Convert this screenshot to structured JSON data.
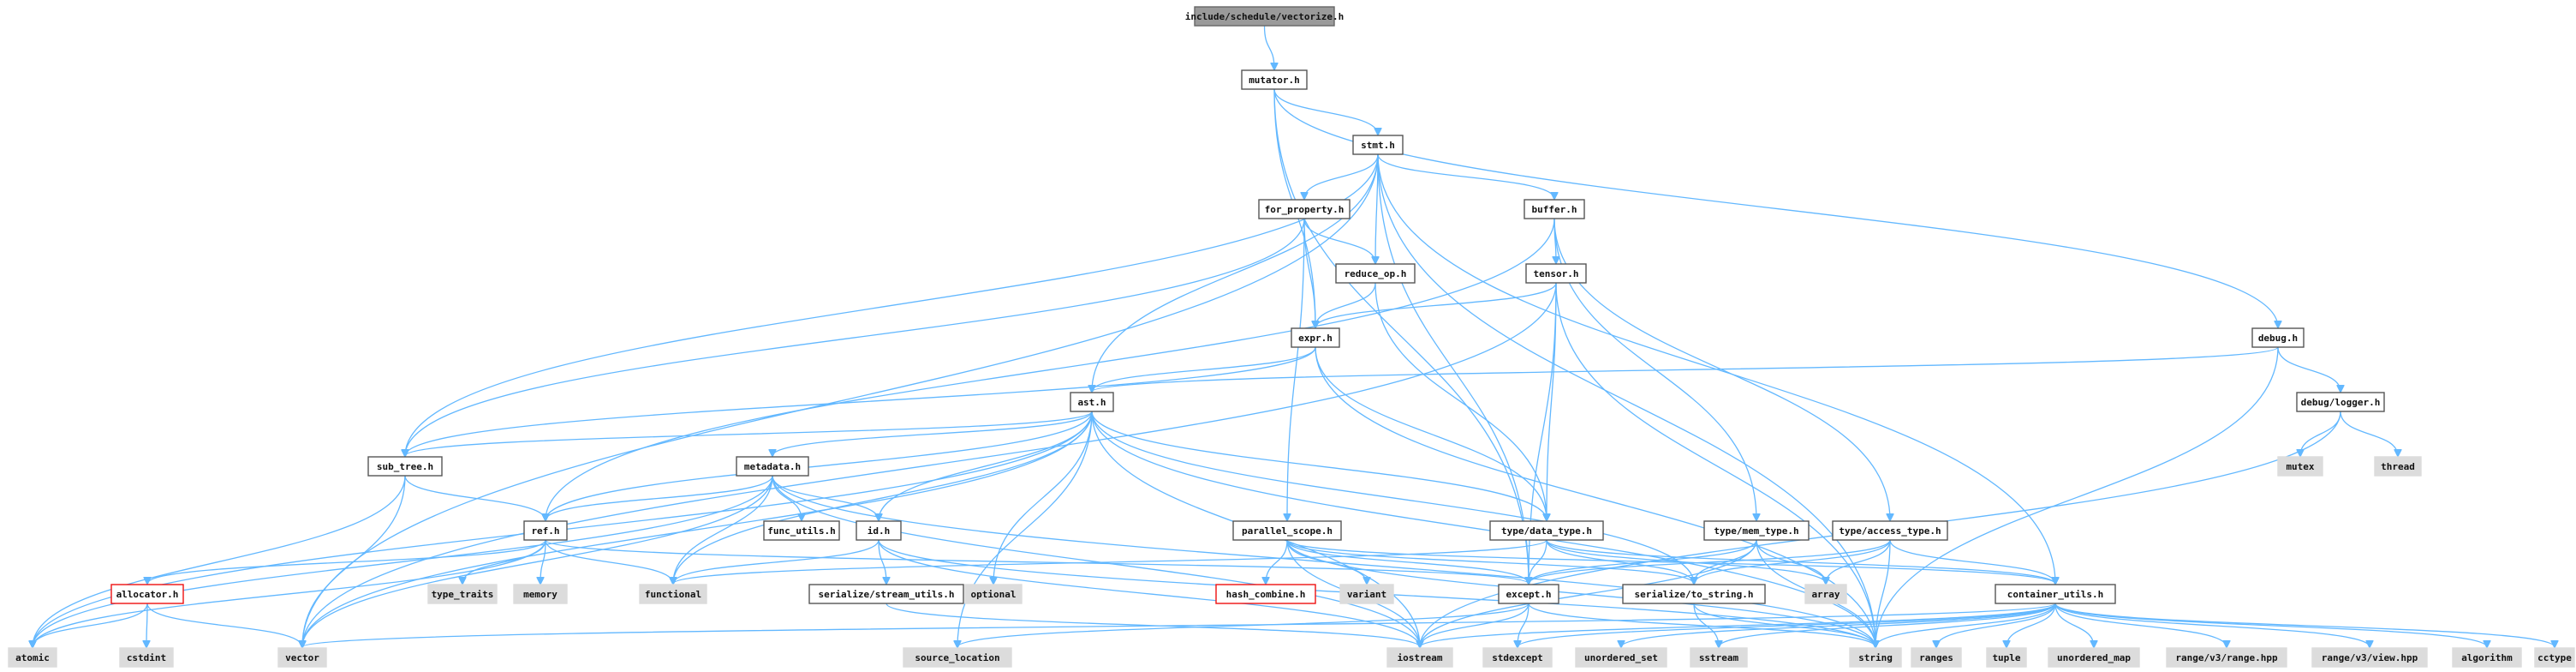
{
  "nodes": {
    "vectorize": {
      "label": "include/schedule/vectorize.h",
      "kind": "root"
    },
    "mutator": {
      "label": "mutator.h",
      "kind": "file"
    },
    "stmt": {
      "label": "stmt.h",
      "kind": "file"
    },
    "for_property": {
      "label": "for_property.h",
      "kind": "file"
    },
    "buffer": {
      "label": "buffer.h",
      "kind": "file"
    },
    "reduce_op": {
      "label": "reduce_op.h",
      "kind": "file"
    },
    "tensor": {
      "label": "tensor.h",
      "kind": "file"
    },
    "expr": {
      "label": "expr.h",
      "kind": "file"
    },
    "debug": {
      "label": "debug.h",
      "kind": "file"
    },
    "ast": {
      "label": "ast.h",
      "kind": "file"
    },
    "debug_logger": {
      "label": "debug/logger.h",
      "kind": "file"
    },
    "sub_tree": {
      "label": "sub_tree.h",
      "kind": "file"
    },
    "metadata": {
      "label": "metadata.h",
      "kind": "file"
    },
    "mutex": {
      "label": "mutex",
      "kind": "system"
    },
    "thread": {
      "label": "thread",
      "kind": "system"
    },
    "ref": {
      "label": "ref.h",
      "kind": "file"
    },
    "func_utils": {
      "label": "func_utils.h",
      "kind": "file"
    },
    "id": {
      "label": "id.h",
      "kind": "file"
    },
    "parallel_scope": {
      "label": "parallel_scope.h",
      "kind": "file"
    },
    "type_data_type": {
      "label": "type/data_type.h",
      "kind": "file"
    },
    "type_mem_type": {
      "label": "type/mem_type.h",
      "kind": "file"
    },
    "type_access_type": {
      "label": "type/access_type.h",
      "kind": "file"
    },
    "allocator": {
      "label": "allocator.h",
      "kind": "red"
    },
    "type_traits": {
      "label": "type_traits",
      "kind": "system"
    },
    "memory": {
      "label": "memory",
      "kind": "system"
    },
    "functional": {
      "label": "functional",
      "kind": "system"
    },
    "serialize_stream_utils": {
      "label": "serialize/stream_utils.h",
      "kind": "file"
    },
    "optional": {
      "label": "optional",
      "kind": "system"
    },
    "hash_combine": {
      "label": "hash_combine.h",
      "kind": "red"
    },
    "variant": {
      "label": "variant",
      "kind": "system"
    },
    "except": {
      "label": "except.h",
      "kind": "file"
    },
    "serialize_to_string": {
      "label": "serialize/to_string.h",
      "kind": "file"
    },
    "array": {
      "label": "array",
      "kind": "system"
    },
    "container_utils": {
      "label": "container_utils.h",
      "kind": "file"
    },
    "atomic": {
      "label": "atomic",
      "kind": "system"
    },
    "cstdint": {
      "label": "cstdint",
      "kind": "system"
    },
    "vector": {
      "label": "vector",
      "kind": "system"
    },
    "source_location": {
      "label": "source_location",
      "kind": "system"
    },
    "iostream": {
      "label": "iostream",
      "kind": "system"
    },
    "stdexcept": {
      "label": "stdexcept",
      "kind": "system"
    },
    "unordered_set": {
      "label": "unordered_set",
      "kind": "system"
    },
    "sstream": {
      "label": "sstream",
      "kind": "system"
    },
    "string": {
      "label": "string",
      "kind": "system"
    },
    "ranges": {
      "label": "ranges",
      "kind": "system"
    },
    "tuple": {
      "label": "tuple",
      "kind": "system"
    },
    "unordered_map": {
      "label": "unordered_map",
      "kind": "system"
    },
    "range_v3_range": {
      "label": "range/v3/range.hpp",
      "kind": "system"
    },
    "range_v3_view": {
      "label": "range/v3/view.hpp",
      "kind": "system"
    },
    "algorithm": {
      "label": "algorithm",
      "kind": "system"
    },
    "cctype": {
      "label": "cctype",
      "kind": "system"
    }
  },
  "edges": [
    [
      "vectorize",
      "mutator"
    ],
    [
      "mutator",
      "stmt"
    ],
    [
      "mutator",
      "expr"
    ],
    [
      "mutator",
      "debug"
    ],
    [
      "mutator",
      "except"
    ],
    [
      "stmt",
      "for_property"
    ],
    [
      "stmt",
      "buffer"
    ],
    [
      "stmt",
      "reduce_op"
    ],
    [
      "stmt",
      "ast"
    ],
    [
      "stmt",
      "sub_tree"
    ],
    [
      "stmt",
      "vector"
    ],
    [
      "stmt",
      "container_utils"
    ],
    [
      "stmt",
      "except"
    ],
    [
      "stmt",
      "string"
    ],
    [
      "for_property",
      "reduce_op"
    ],
    [
      "for_property",
      "expr"
    ],
    [
      "for_property",
      "parallel_scope"
    ],
    [
      "for_property",
      "sub_tree"
    ],
    [
      "buffer",
      "tensor"
    ],
    [
      "buffer",
      "type_mem_type"
    ],
    [
      "buffer",
      "type_access_type"
    ],
    [
      "buffer",
      "ref"
    ],
    [
      "reduce_op",
      "expr"
    ],
    [
      "reduce_op",
      "type_data_type"
    ],
    [
      "tensor",
      "expr"
    ],
    [
      "tensor",
      "type_data_type"
    ],
    [
      "tensor",
      "except"
    ],
    [
      "tensor",
      "string"
    ],
    [
      "tensor",
      "vector"
    ],
    [
      "expr",
      "ast"
    ],
    [
      "expr",
      "sub_tree"
    ],
    [
      "expr",
      "type_data_type"
    ],
    [
      "expr",
      "string"
    ],
    [
      "debug",
      "ast"
    ],
    [
      "debug",
      "debug_logger"
    ],
    [
      "debug",
      "string"
    ],
    [
      "debug_logger",
      "mutex"
    ],
    [
      "debug_logger",
      "thread"
    ],
    [
      "debug_logger",
      "iostream"
    ],
    [
      "ast",
      "sub_tree"
    ],
    [
      "ast",
      "metadata"
    ],
    [
      "ast",
      "ref"
    ],
    [
      "ast",
      "id"
    ],
    [
      "ast",
      "type_data_type"
    ],
    [
      "ast",
      "serialize_to_string"
    ],
    [
      "ast",
      "optional"
    ],
    [
      "ast",
      "functional"
    ],
    [
      "ast",
      "atomic"
    ],
    [
      "ast",
      "vector"
    ],
    [
      "ast",
      "iostream"
    ],
    [
      "ast",
      "string"
    ],
    [
      "ast",
      "source_location"
    ],
    [
      "sub_tree",
      "ref"
    ],
    [
      "sub_tree",
      "atomic"
    ],
    [
      "sub_tree",
      "vector"
    ],
    [
      "metadata",
      "ref"
    ],
    [
      "metadata",
      "func_utils"
    ],
    [
      "metadata",
      "id"
    ],
    [
      "metadata",
      "functional"
    ],
    [
      "metadata",
      "vector"
    ],
    [
      "metadata",
      "iostream"
    ],
    [
      "metadata",
      "string"
    ],
    [
      "metadata",
      "atomic"
    ],
    [
      "ref",
      "allocator"
    ],
    [
      "ref",
      "type_traits"
    ],
    [
      "ref",
      "memory"
    ],
    [
      "ref",
      "functional"
    ],
    [
      "ref",
      "except"
    ],
    [
      "ref",
      "atomic"
    ],
    [
      "id",
      "serialize_stream_utils"
    ],
    [
      "id",
      "functional"
    ],
    [
      "id",
      "iostream"
    ],
    [
      "id",
      "string"
    ],
    [
      "allocator",
      "atomic"
    ],
    [
      "allocator",
      "cstdint"
    ],
    [
      "allocator",
      "vector"
    ],
    [
      "serialize_stream_utils",
      "iostream"
    ],
    [
      "parallel_scope",
      "hash_combine"
    ],
    [
      "parallel_scope",
      "variant"
    ],
    [
      "parallel_scope",
      "except"
    ],
    [
      "parallel_scope",
      "serialize_to_string"
    ],
    [
      "parallel_scope",
      "container_utils"
    ],
    [
      "parallel_scope",
      "iostream"
    ],
    [
      "parallel_scope",
      "string"
    ],
    [
      "type_data_type",
      "except"
    ],
    [
      "type_data_type",
      "serialize_to_string"
    ],
    [
      "type_data_type",
      "array"
    ],
    [
      "type_data_type",
      "functional"
    ],
    [
      "type_data_type",
      "container_utils"
    ],
    [
      "type_mem_type",
      "except"
    ],
    [
      "type_mem_type",
      "serialize_to_string"
    ],
    [
      "type_mem_type",
      "array"
    ],
    [
      "type_mem_type",
      "string"
    ],
    [
      "type_mem_type",
      "iostream"
    ],
    [
      "type_access_type",
      "except"
    ],
    [
      "type_access_type",
      "serialize_to_string"
    ],
    [
      "type_access_type",
      "array"
    ],
    [
      "type_access_type",
      "container_utils"
    ],
    [
      "type_access_type",
      "string"
    ],
    [
      "except",
      "stdexcept"
    ],
    [
      "except",
      "source_location"
    ],
    [
      "except",
      "string"
    ],
    [
      "except",
      "iostream"
    ],
    [
      "serialize_to_string",
      "sstream"
    ],
    [
      "serialize_to_string",
      "string"
    ],
    [
      "container_utils",
      "vector"
    ],
    [
      "container_utils",
      "iostream"
    ],
    [
      "container_utils",
      "sstream"
    ],
    [
      "container_utils",
      "string"
    ],
    [
      "container_utils",
      "ranges"
    ],
    [
      "container_utils",
      "tuple"
    ],
    [
      "container_utils",
      "unordered_map"
    ],
    [
      "container_utils",
      "unordered_set"
    ],
    [
      "container_utils",
      "range_v3_range"
    ],
    [
      "container_utils",
      "range_v3_view"
    ],
    [
      "container_utils",
      "algorithm"
    ],
    [
      "container_utils",
      "cctype"
    ],
    [
      "container_utils",
      "stdexcept"
    ]
  ]
}
